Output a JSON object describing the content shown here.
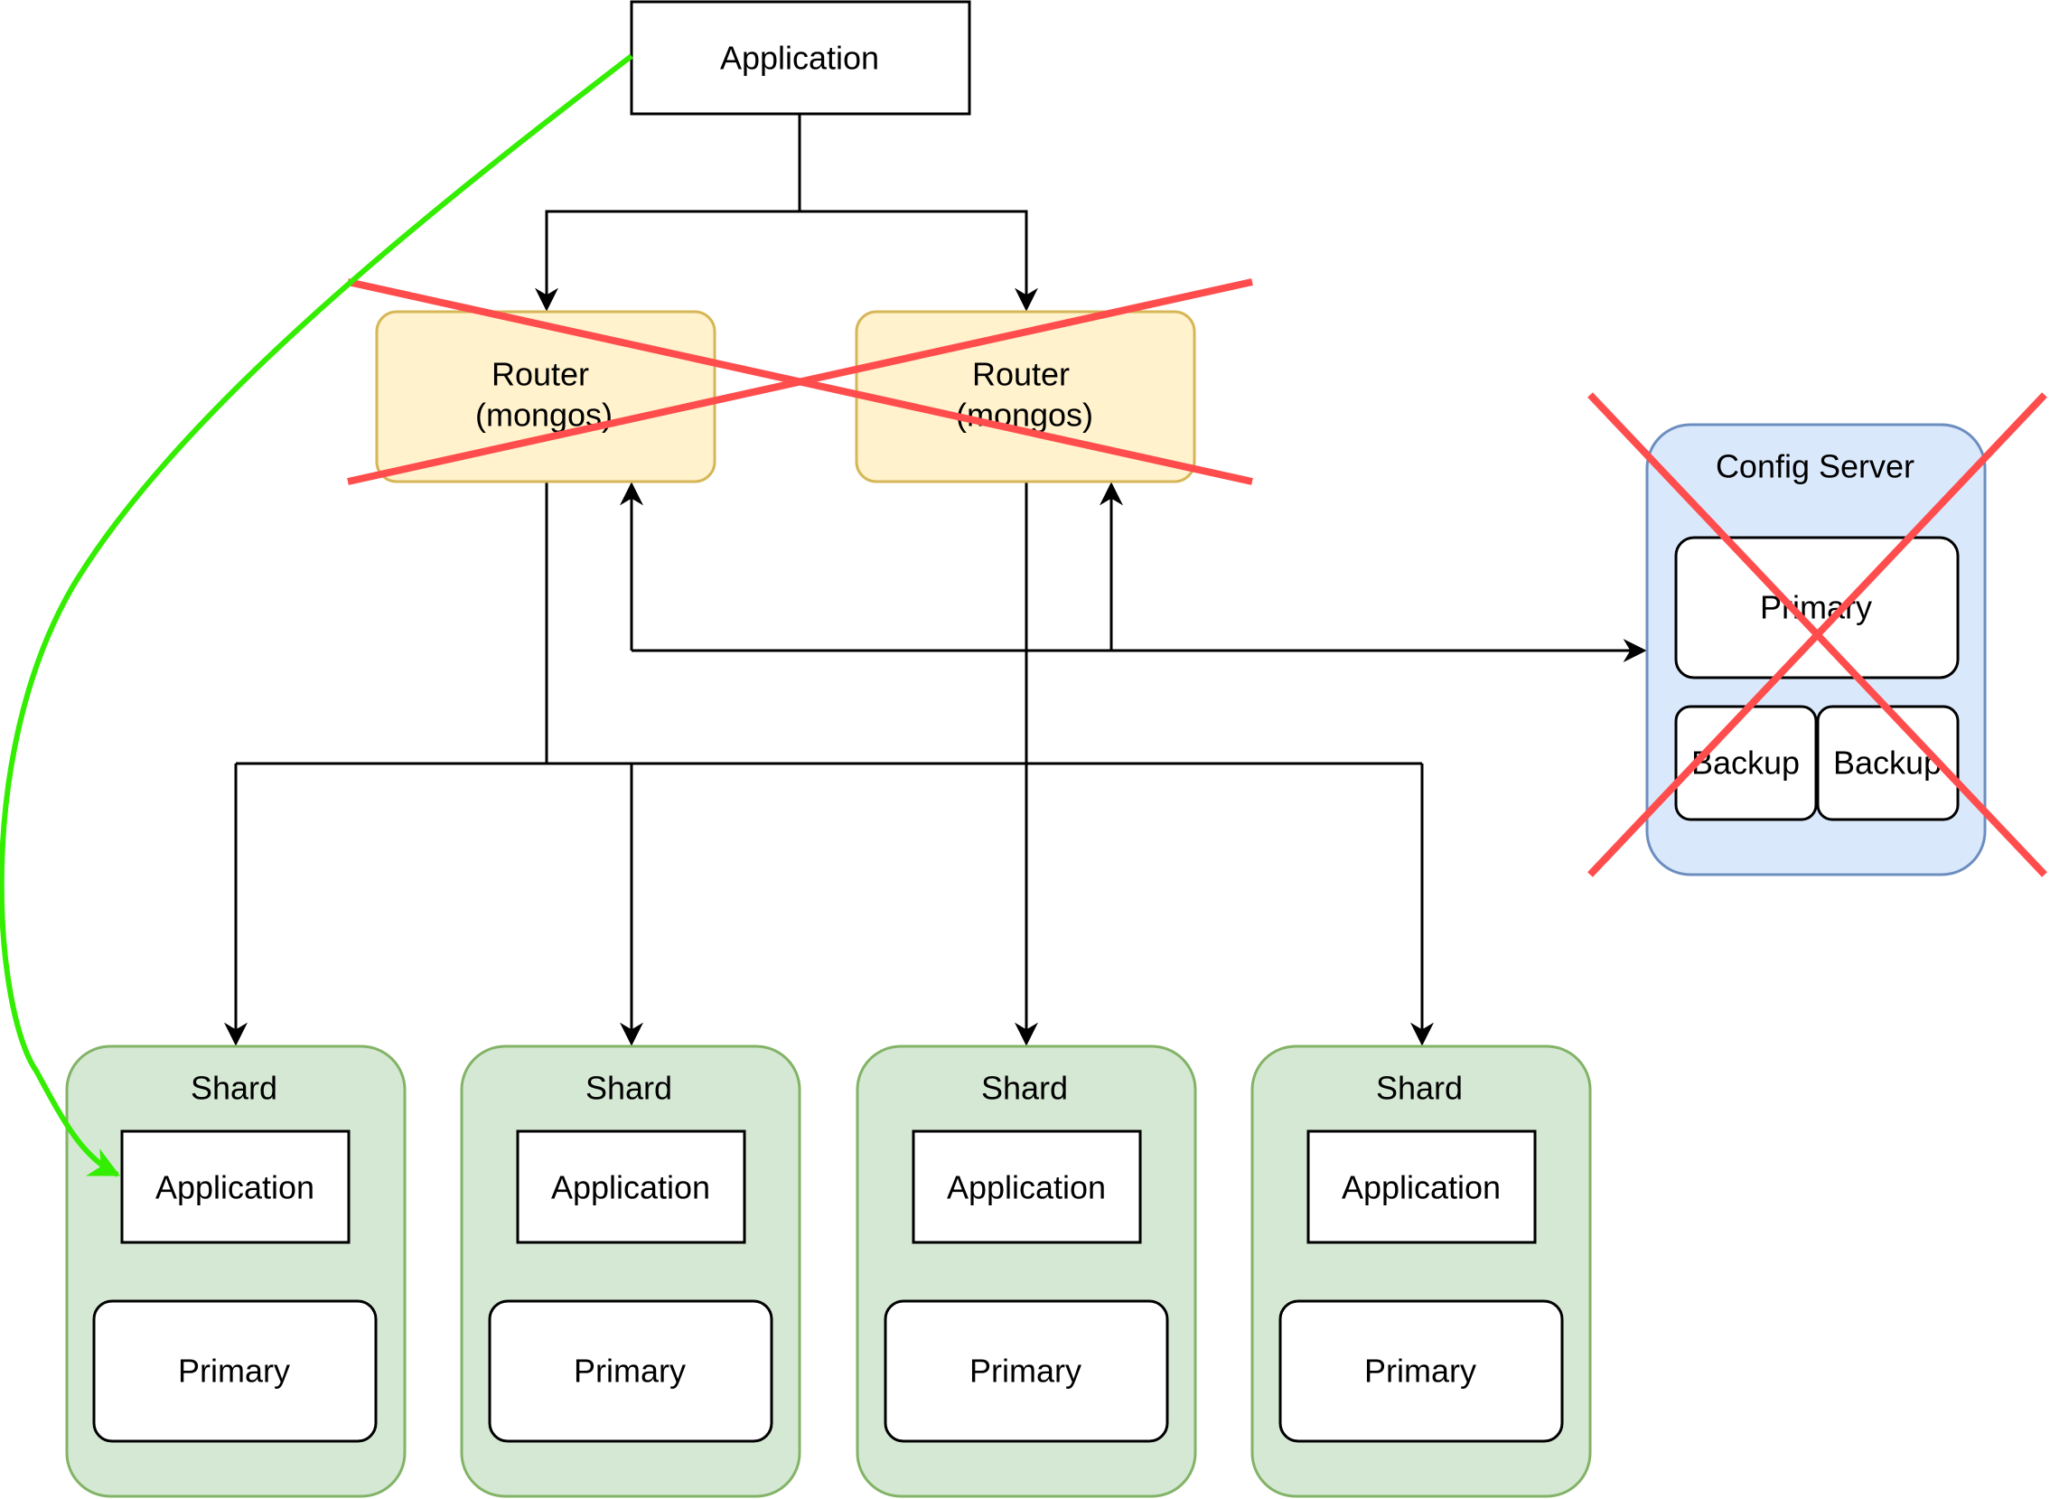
{
  "top_application": {
    "label": "Application"
  },
  "routers": [
    {
      "line1": "Router",
      "line2": "(mongos)"
    },
    {
      "line1": "Router",
      "line2": "(mongos)"
    }
  ],
  "config_server": {
    "title": "Config Server",
    "primary": "Primary",
    "backups": [
      "Backup",
      "Backup"
    ]
  },
  "shards": [
    {
      "title": "Shard",
      "application": "Application",
      "primary": "Primary"
    },
    {
      "title": "Shard",
      "application": "Application",
      "primary": "Primary"
    },
    {
      "title": "Shard",
      "application": "Application",
      "primary": "Primary"
    },
    {
      "title": "Shard",
      "application": "Application",
      "primary": "Primary"
    }
  ],
  "colors": {
    "router_fill": "#fff2cc",
    "router_stroke": "#d6b656",
    "config_fill": "#dae8fc",
    "config_stroke": "#6c8ebf",
    "shard_fill": "#d5e8d4",
    "shard_stroke": "#82b366",
    "cross_mark": "#ff4d4d",
    "direct_path": "#33ee00",
    "connector": "#000000"
  }
}
